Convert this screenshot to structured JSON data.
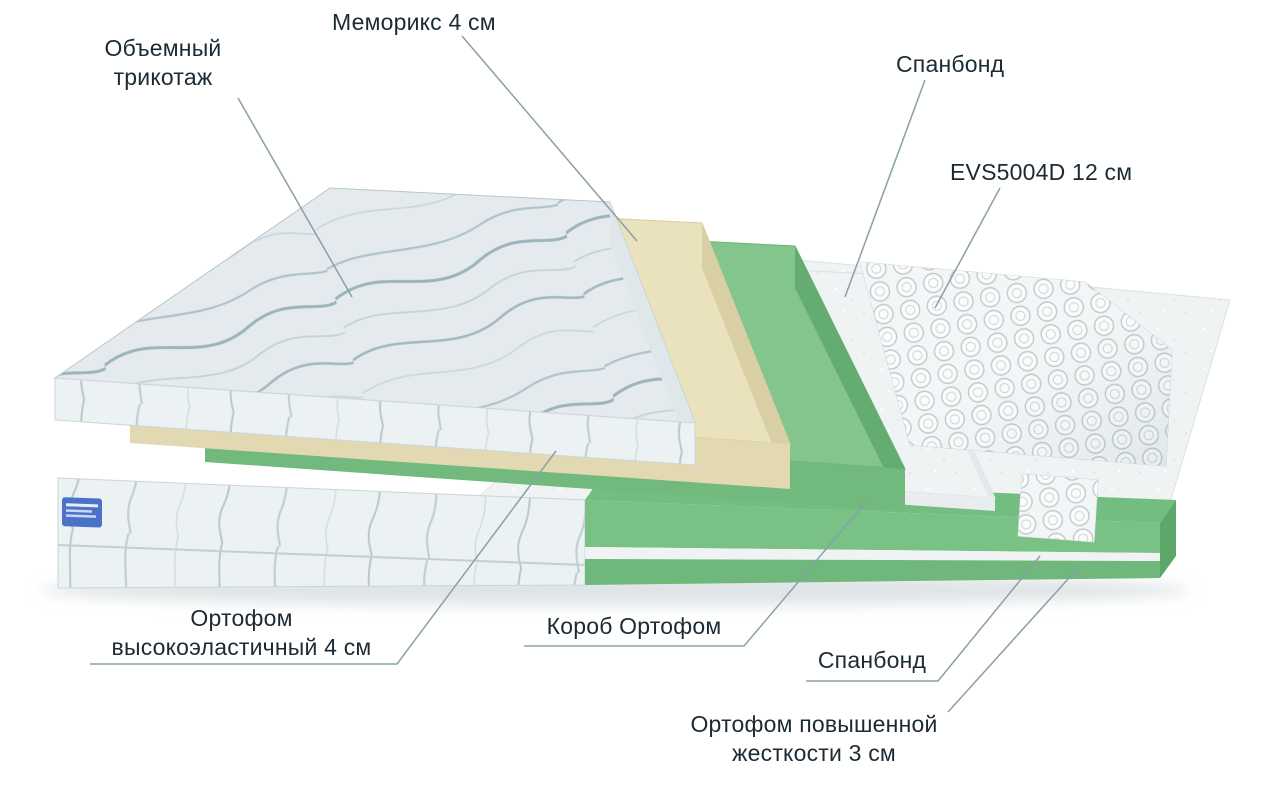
{
  "labels": {
    "volume_knit": "Объемный\nтрикотаж",
    "memorix": "Меморикс 4 см",
    "spunbond_top": "Спанбонд",
    "evs": "EVS5004D 12 см",
    "orthofoam_elastic": "Ортофом\nвысокоэластичный 4 см",
    "box_orthofoam": "Короб Ортофом",
    "spunbond_bottom": "Спанбонд",
    "orthofoam_rigid": "Ортофом повышенной\nжесткости 3 см"
  },
  "layers": [
    {
      "label": "Объемный трикотаж",
      "color": "#e4eaed"
    },
    {
      "label": "Меморикс 4 см",
      "color": "#eae2bd"
    },
    {
      "label": "Ортофом высокоэластичный 4 см",
      "color": "#83c58c"
    },
    {
      "label": "Спанбонд",
      "color": "#eff3f4"
    },
    {
      "label": "EVS5004D 12 см",
      "color": "#f3f6f6"
    },
    {
      "label": "Короб Ортофом",
      "color": "#74bd80"
    },
    {
      "label": "Спанбонд",
      "color": "#eff3f4"
    },
    {
      "label": "Ортофом повышенной жесткости 3 см",
      "color": "#6fb77a"
    }
  ],
  "colors": {
    "foam_green": "#7cc489",
    "memory_cream": "#eae2bd",
    "knit_fabric": "#e4eaed",
    "spunbond_white": "#eff3f4",
    "leader_line": "#8aa0a8",
    "text": "#1b2a33",
    "brand_tag_blue": "#4a72c8"
  }
}
